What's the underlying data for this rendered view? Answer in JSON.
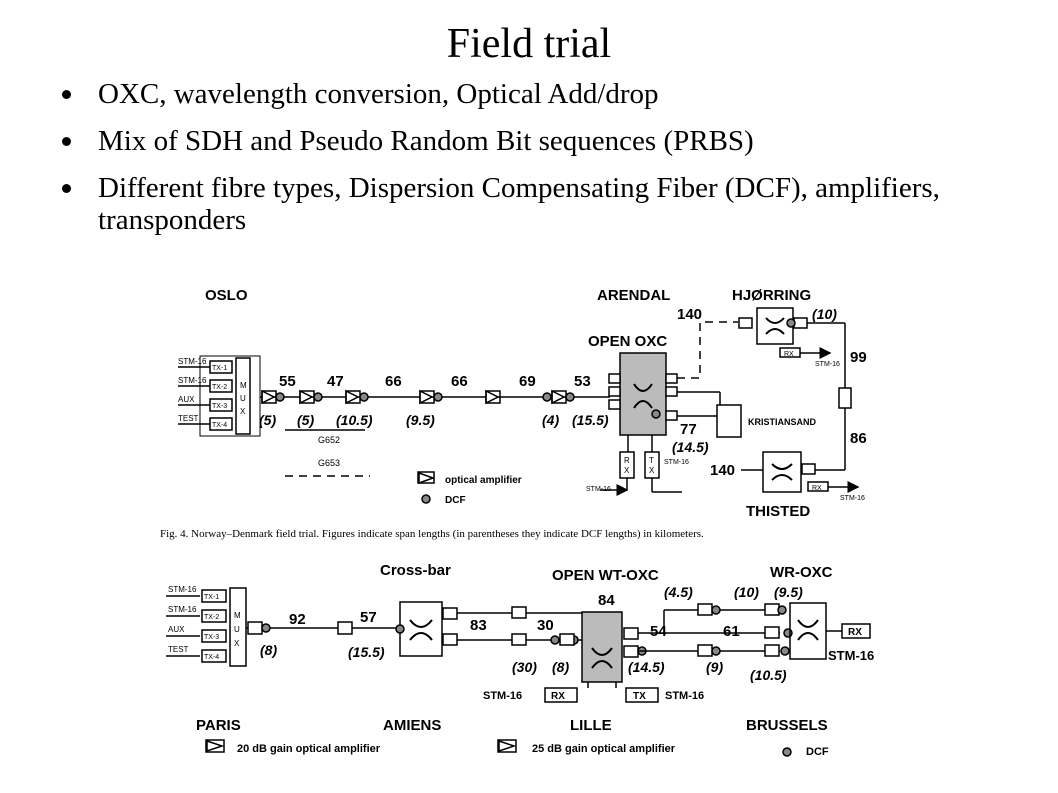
{
  "slide": {
    "title": "Field trial",
    "bullets": [
      "OXC, wavelength conversion, Optical Add/drop",
      "Mix of SDH and Pseudo Random Bit sequences (PRBS)",
      "Different fibre types, Dispersion Compensating Fiber (DCF), amplifiers, transponders"
    ]
  },
  "fig4": {
    "caption": "Fig. 4.   Norway–Denmark field trial. Figures indicate span lengths (in parentheses they indicate DCF lengths) in kilometers.",
    "nodes": {
      "oslo": "OSLO",
      "arendal": "ARENDAL",
      "hjorring": "HJØRRING",
      "open_oxc": "OPEN OXC",
      "kristiansand": "KRISTIANSAND",
      "thisted": "THISTED"
    },
    "inputs": [
      "STM-16",
      "STM-16",
      "AUX",
      "TEST"
    ],
    "tx": [
      "TX-1",
      "TX-2",
      "TX-3",
      "TX-4"
    ],
    "mux": [
      "M",
      "U",
      "X"
    ],
    "spans": [
      "55",
      "47",
      "66",
      "66",
      "69",
      "53",
      "140",
      "99",
      "86",
      "140",
      "77"
    ],
    "dcf": [
      "(5)",
      "(5)",
      "(10.5)",
      "(9.5)",
      "(4)",
      "(15.5)",
      "(10)",
      "(14.5)"
    ],
    "legend": {
      "g652": "G652",
      "g653": "G653",
      "amp": "optical amplifier",
      "dcf": "DCF"
    },
    "misc": {
      "rx": "RX",
      "tx": "TX",
      "r": "R",
      "x": "X",
      "t": "T",
      "stm16": "STM-16"
    }
  },
  "fig5": {
    "nodes": {
      "paris": "PARIS",
      "amiens": "AMIENS",
      "lille": "LILLE",
      "brussels": "BRUSSELS",
      "crossbar": "Cross-bar",
      "open_wt_oxc": "OPEN WT-OXC",
      "wr_oxc": "WR-OXC"
    },
    "inputs": [
      "STM-16",
      "STM-16",
      "AUX",
      "TEST"
    ],
    "tx": [
      "TX-1",
      "TX-2",
      "TX-3",
      "TX-4"
    ],
    "mux": [
      "M",
      "U",
      "X"
    ],
    "spans": [
      "92",
      "57",
      "83",
      "30",
      "84",
      "54",
      "61"
    ],
    "dcf": [
      "(8)",
      "(15.5)",
      "(30)",
      "(8)",
      "(4.5)",
      "(14.5)",
      "(9)",
      "(10)",
      "(9.5)",
      "(10.5)"
    ],
    "misc": {
      "rx": "RX",
      "tx": "TX",
      "stm16": "STM-16"
    },
    "legend": {
      "amp20": "20 dB gain optical amplifier",
      "amp25": "25 dB gain optical amplifier",
      "dcf": "DCF"
    }
  }
}
